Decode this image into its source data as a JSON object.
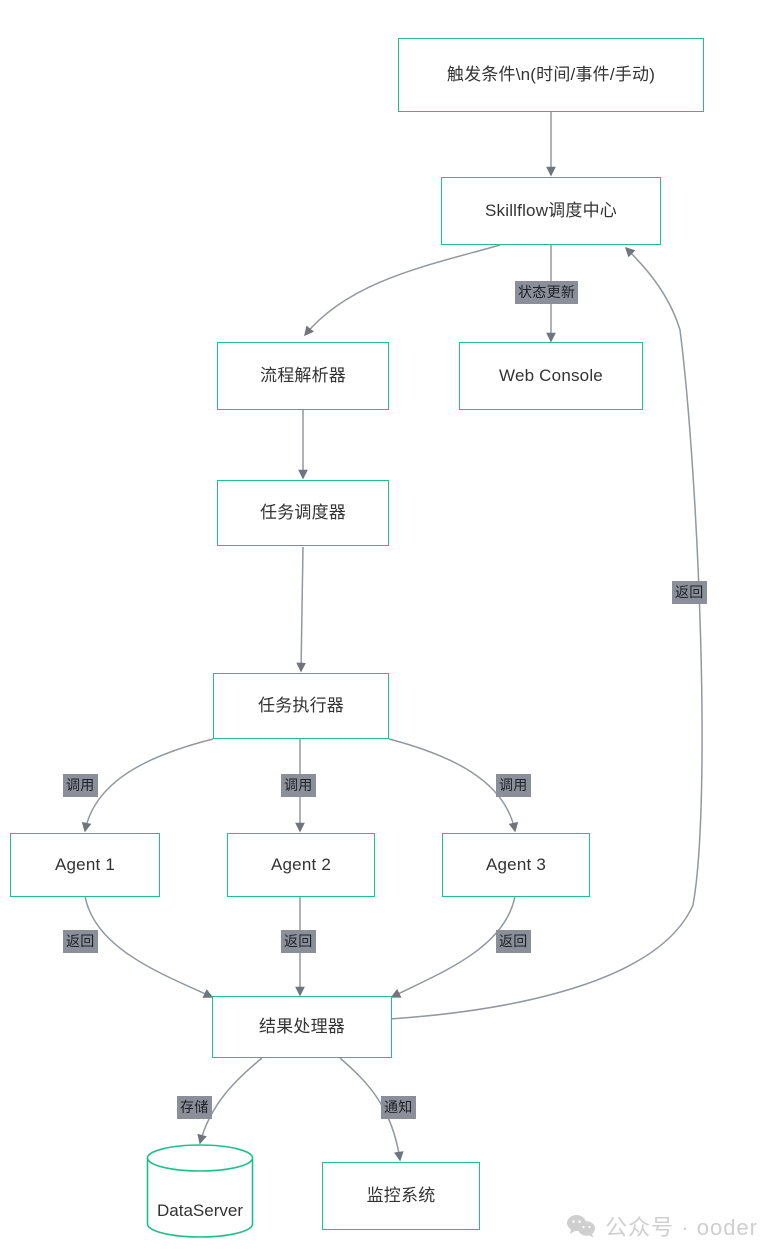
{
  "diagram": {
    "type": "flowchart",
    "direction": "top-down",
    "theme": {
      "node_border": "#21c08b",
      "node_fill": "#ffffff",
      "node_text": "#333333",
      "edge_color": "#8a8f99",
      "edge_label_bg": "#8a8f99",
      "edge_label_text": "#1f2328",
      "page_bg": "#ffffff",
      "watermark_color": "#cfcfcf"
    },
    "nodes": [
      {
        "id": "trigger",
        "label": "触发条件\\n(时间/事件/手动)",
        "shape": "rect"
      },
      {
        "id": "scheduler",
        "label": "Skillflow调度中心",
        "shape": "rect"
      },
      {
        "id": "parser",
        "label": "流程解析器",
        "shape": "rect"
      },
      {
        "id": "console",
        "label": "Web Console",
        "shape": "rect"
      },
      {
        "id": "dispatch",
        "label": "任务调度器",
        "shape": "rect"
      },
      {
        "id": "executor",
        "label": "任务执行器",
        "shape": "rect"
      },
      {
        "id": "agent1",
        "label": "Agent 1",
        "shape": "rect"
      },
      {
        "id": "agent2",
        "label": "Agent 2",
        "shape": "rect"
      },
      {
        "id": "agent3",
        "label": "Agent 3",
        "shape": "rect"
      },
      {
        "id": "result",
        "label": "结果处理器",
        "shape": "rect"
      },
      {
        "id": "dataserver",
        "label": "DataServer",
        "shape": "cylinder"
      },
      {
        "id": "monitor",
        "label": "监控系统",
        "shape": "rect"
      }
    ],
    "edges": [
      {
        "from": "trigger",
        "to": "scheduler",
        "label": ""
      },
      {
        "from": "scheduler",
        "to": "parser",
        "label": ""
      },
      {
        "from": "scheduler",
        "to": "console",
        "label": "状态更新"
      },
      {
        "from": "parser",
        "to": "dispatch",
        "label": ""
      },
      {
        "from": "dispatch",
        "to": "executor",
        "label": ""
      },
      {
        "from": "executor",
        "to": "agent1",
        "label": "调用"
      },
      {
        "from": "executor",
        "to": "agent2",
        "label": "调用"
      },
      {
        "from": "executor",
        "to": "agent3",
        "label": "调用"
      },
      {
        "from": "agent1",
        "to": "result",
        "label": "返回"
      },
      {
        "from": "agent2",
        "to": "result",
        "label": "返回"
      },
      {
        "from": "agent3",
        "to": "result",
        "label": "返回"
      },
      {
        "from": "result",
        "to": "scheduler",
        "label": "返回"
      },
      {
        "from": "result",
        "to": "dataserver",
        "label": "存储"
      },
      {
        "from": "result",
        "to": "monitor",
        "label": "通知"
      }
    ]
  },
  "watermark": {
    "icon": "wechat-icon",
    "text": "公众号 · ooder"
  }
}
